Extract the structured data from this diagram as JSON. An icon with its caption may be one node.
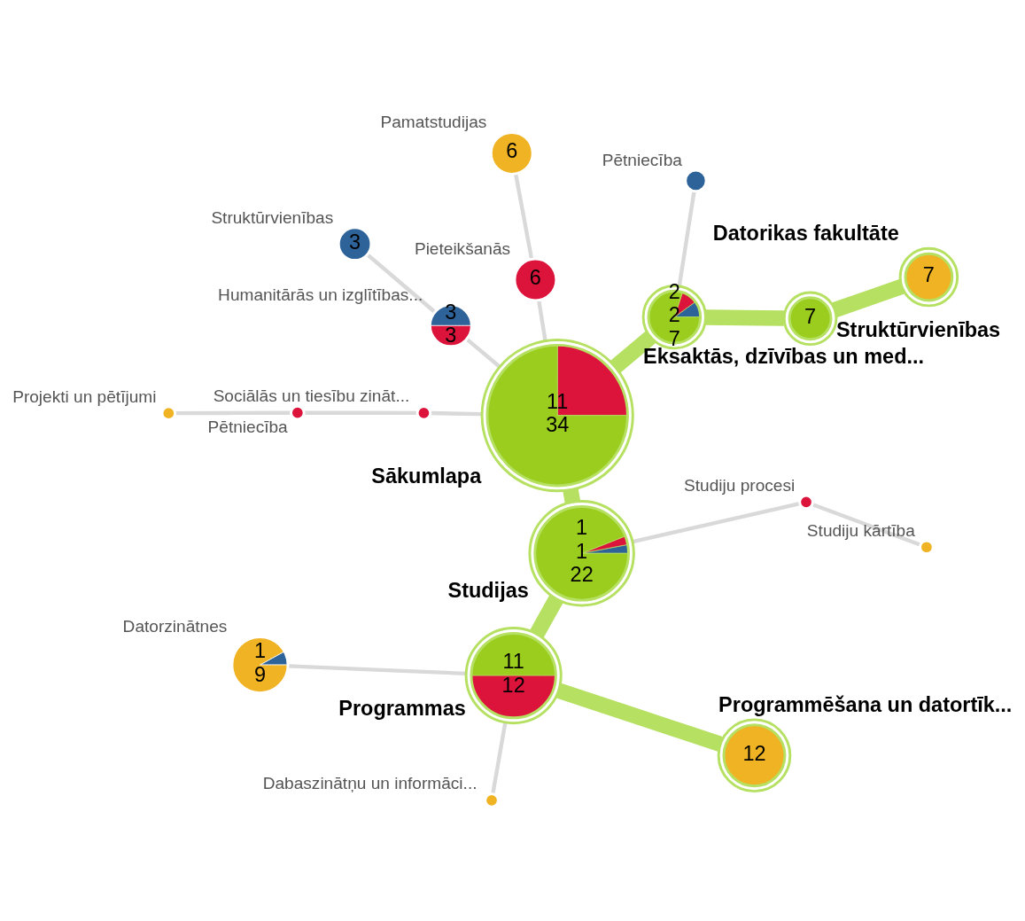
{
  "diagram": {
    "nodes": [
      {
        "text": [
          "11",
          "34"
        ],
        "beside": [
          "Sākumlapa"
        ]
      },
      {
        "text": [
          "2",
          "2",
          "7"
        ],
        "beside": [
          "Eksaktās, dzīvības un med..."
        ]
      },
      {
        "text": [
          "7"
        ],
        "beside": [
          "Struktūrvienības"
        ]
      },
      {
        "text": [
          "7"
        ],
        "beside": [
          "Datorikas fakultāte"
        ]
      },
      {
        "text": [],
        "shape": "circle",
        "beside": [
          "Pētniecība"
        ]
      },
      {
        "text": [
          "6"
        ],
        "beside": [
          "Pieteikšanās"
        ]
      },
      {
        "text": [
          "6"
        ],
        "beside": [
          "Pamatstudijas"
        ]
      },
      {
        "text": [
          "3",
          "3"
        ],
        "beside": [
          "Humanitārās un izglītības..."
        ]
      },
      {
        "text": [
          "3"
        ],
        "beside": [
          "Struktūrvienības"
        ]
      },
      {
        "text": [],
        "shape": "circle",
        "beside": [
          "Sociālās un tiesību zināt..."
        ]
      },
      {
        "text": [],
        "shape": "circle",
        "beside": [
          "Pētniecība"
        ]
      },
      {
        "text": [],
        "shape": "circle",
        "beside": [
          "Projekti un pētījumi"
        ]
      },
      {
        "text": [
          "1",
          "1",
          "22"
        ],
        "beside": [
          "Studijas"
        ]
      },
      {
        "text": [
          "11",
          "12"
        ],
        "beside": [
          "Programmas"
        ]
      },
      {
        "text": [
          "1",
          "9"
        ],
        "beside": [
          "Datorzinātnes"
        ]
      },
      {
        "text": [],
        "shape": "circle",
        "beside": [
          "Dabaszinātņu un informāci..."
        ]
      },
      {
        "text": [
          "12"
        ],
        "beside": [
          "Programmēšana un datortīk..."
        ]
      },
      {
        "text": [],
        "shape": "circle",
        "beside": [
          "Studiju procesi"
        ]
      },
      {
        "text": [],
        "shape": "circle",
        "beside": [
          "Studiju kārtība"
        ]
      }
    ],
    "edges": [
      {
        "from": 0,
        "to": 1,
        "arrow": "none",
        "style": "thick",
        "color": "#b5e061"
      },
      {
        "from": 1,
        "to": 2,
        "arrow": "none",
        "style": "thick",
        "color": "#b5e061"
      },
      {
        "from": 2,
        "to": 3,
        "arrow": "none",
        "style": "thick",
        "color": "#b5e061"
      },
      {
        "from": 1,
        "to": 4,
        "arrow": "none"
      },
      {
        "from": 0,
        "to": 5,
        "arrow": "none"
      },
      {
        "from": 5,
        "to": 6,
        "arrow": "none"
      },
      {
        "from": 0,
        "to": 7,
        "arrow": "none"
      },
      {
        "from": 7,
        "to": 8,
        "arrow": "none"
      },
      {
        "from": 0,
        "to": 9,
        "arrow": "none"
      },
      {
        "from": 9,
        "to": 10,
        "arrow": "none"
      },
      {
        "from": 10,
        "to": 11,
        "arrow": "none"
      },
      {
        "from": 0,
        "to": 12,
        "arrow": "none",
        "style": "thick",
        "color": "#b5e061"
      },
      {
        "from": 12,
        "to": 13,
        "arrow": "none",
        "style": "thick",
        "color": "#b5e061"
      },
      {
        "from": 13,
        "to": 14,
        "arrow": "none"
      },
      {
        "from": 13,
        "to": 15,
        "arrow": "none"
      },
      {
        "from": 13,
        "to": 16,
        "arrow": "none",
        "style": "thick",
        "color": "#b5e061"
      },
      {
        "from": 12,
        "to": 17,
        "arrow": "none"
      },
      {
        "from": 17,
        "to": 18,
        "arrow": "none"
      }
    ]
  }
}
